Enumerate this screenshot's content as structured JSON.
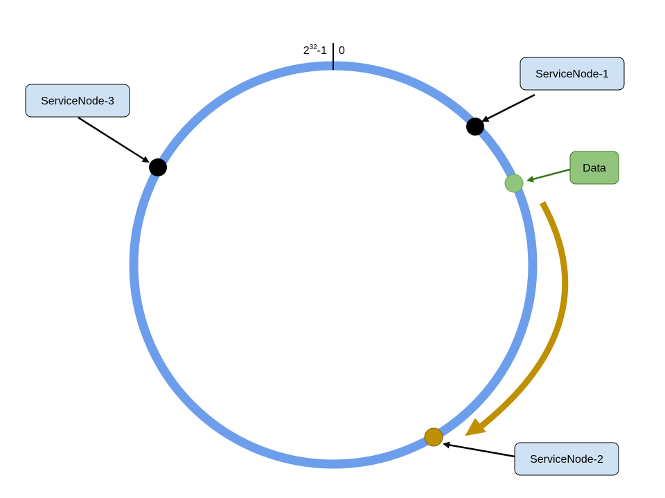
{
  "ring": {
    "top_left_label_base": "2",
    "top_left_label_exp": "32",
    "top_left_label_suffix": "-1",
    "top_right_label": "0",
    "ring_color": "#6d9eeb"
  },
  "nodes": [
    {
      "label": "ServiceNode-1",
      "box_color": "#cfe2f3",
      "dot_color": "#000000"
    },
    {
      "label": "ServiceNode-2",
      "box_color": "#cfe2f3",
      "dot_color": "#bf9000"
    },
    {
      "label": "ServiceNode-3",
      "box_color": "#cfe2f3",
      "dot_color": "#000000"
    }
  ],
  "data_item": {
    "label": "Data",
    "box_color": "#93c47d",
    "dot_color": "#93c47d",
    "arrow_color": "#38761d"
  },
  "flow_arrow_color": "#bf9000"
}
